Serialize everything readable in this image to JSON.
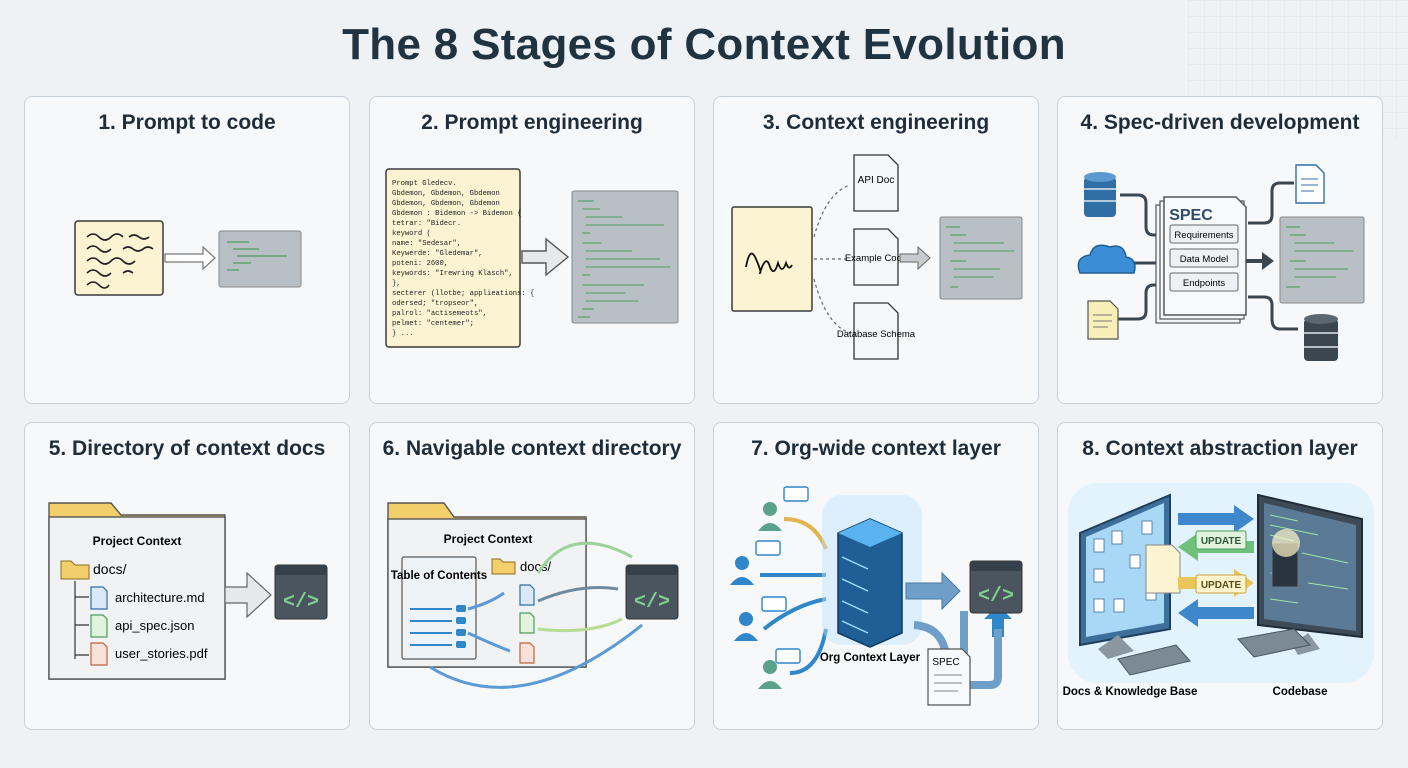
{
  "title": "The 8 Stages of Context Evolution",
  "stages": [
    {
      "label": "1. Prompt to code"
    },
    {
      "label": "2. Prompt engineering"
    },
    {
      "label": "3. Context engineering"
    },
    {
      "label": "4. Spec-driven development"
    },
    {
      "label": "5. Directory of context docs"
    },
    {
      "label": "6. Navigable context directory"
    },
    {
      "label": "7. Org-wide context layer"
    },
    {
      "label": "8. Context abstraction layer"
    }
  ],
  "stage2": {
    "prompt_lines": [
      "Prompt Gledecv.",
      "Gbdemon, Gbdemon, Gbdemon",
      "Gbdemon, Gbdemon, Gbdemon",
      "Gbdemon : Bidemon -> Bidemon {",
      "  tetrar: \"Bidecr.",
      "keyword (",
      "  name: \"Sedesar\",",
      "  Keywerde: \"Gledemar\",",
      "  poteni: 2600,",
      "  keywords: \"Irewring Klasch\",",
      "},",
      "secterer (llotbe; applieations: {",
      "  odersed; \"tropseor\",",
      "  palrol: \"actisemeots\",",
      "  pelmet: \"centemer\";",
      "} ..."
    ]
  },
  "stage3": {
    "doc_api": "API Doc",
    "doc_example": "Example Code",
    "doc_db": "Database Schema"
  },
  "stage4": {
    "spec_title": "SPEC",
    "spec_items": [
      "Requirements",
      "Data Model",
      "Endpoints"
    ]
  },
  "stage5": {
    "folder_title": "Project Context",
    "folder_name": "docs/",
    "files": [
      "architecture.md",
      "api_spec.json",
      "user_stories.pdf"
    ]
  },
  "stage6": {
    "folder_title": "Project Context",
    "toc_title": "Table of Contents",
    "folder_name": "docs/"
  },
  "stage7": {
    "server_label": "Org Context Layer",
    "spec_label": "SPEC"
  },
  "stage8": {
    "update_label": "UPDATE",
    "left_label": "Docs & Knowledge Base",
    "right_label": "Codebase"
  },
  "colors": {
    "accent_blue": "#2f86c9",
    "accent_green": "#3fa160",
    "paper": "#fbf3d2",
    "code_bg": "#b9c0c5"
  }
}
